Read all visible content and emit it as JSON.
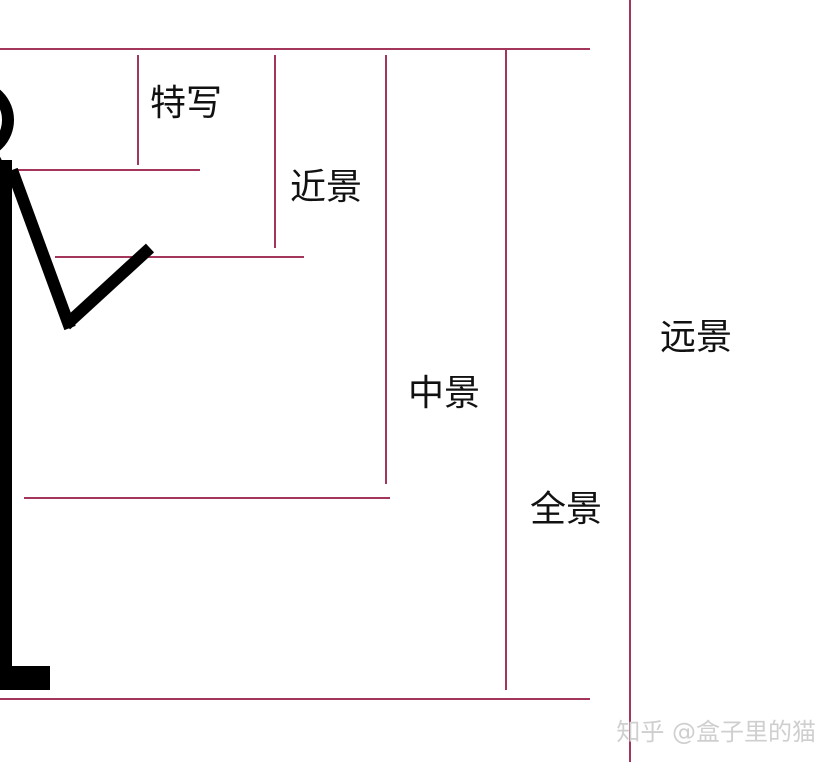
{
  "diagram": {
    "shot_labels": {
      "extreme_close_up": "特写",
      "close_up": "近景",
      "medium_shot": "中景",
      "full_shot": "全景",
      "long_shot": "远景"
    },
    "watermark": "知乎 @盒子里的猫",
    "colors": {
      "frame_line": "#a3365a",
      "figure": "#000000",
      "text": "#111111",
      "watermark": "#cfcfcf"
    }
  }
}
